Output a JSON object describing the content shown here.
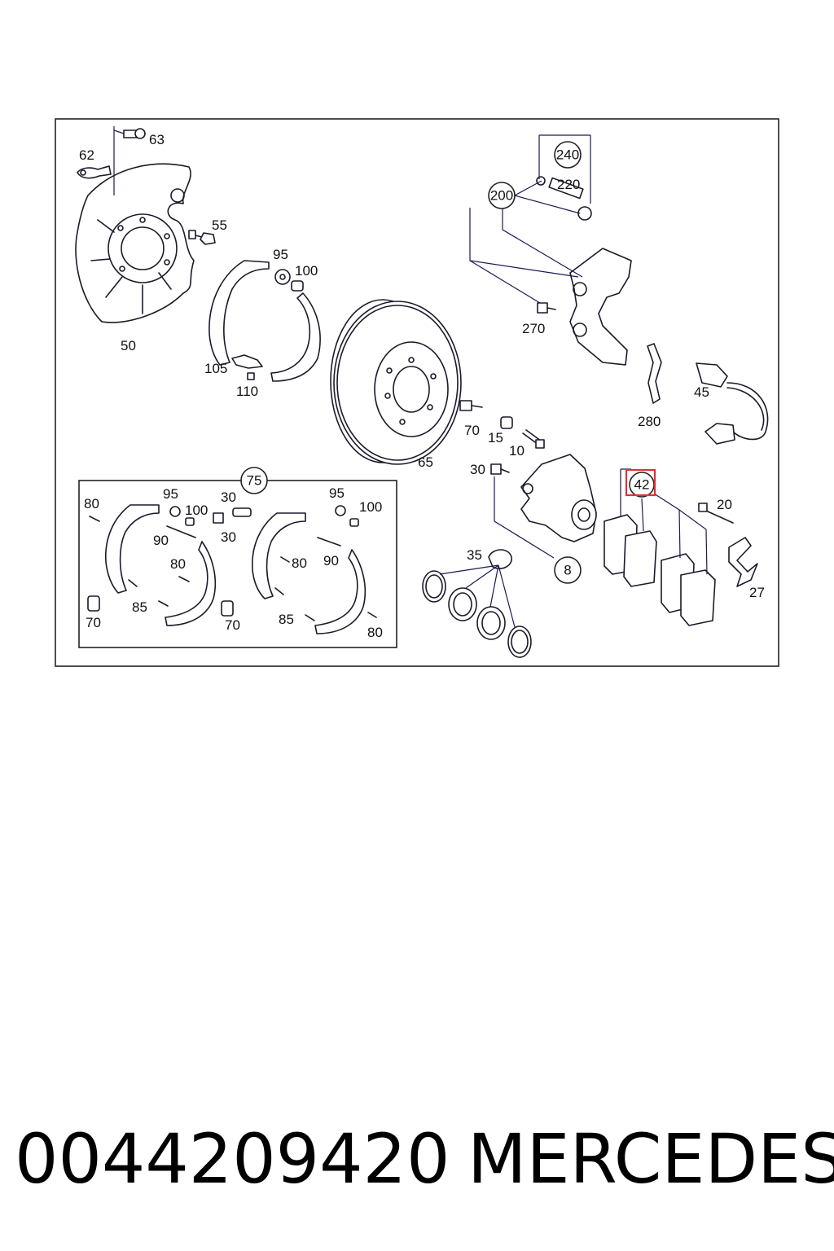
{
  "diagram": {
    "callouts": [
      {
        "id": "c63",
        "text": "63"
      },
      {
        "id": "c62",
        "text": "62"
      },
      {
        "id": "c55",
        "text": "55"
      },
      {
        "id": "c50",
        "text": "50"
      },
      {
        "id": "c95a",
        "text": "95"
      },
      {
        "id": "c100a",
        "text": "100"
      },
      {
        "id": "c105",
        "text": "105"
      },
      {
        "id": "c110",
        "text": "110"
      },
      {
        "id": "c65",
        "text": "65"
      },
      {
        "id": "c70a",
        "text": "70"
      },
      {
        "id": "c15",
        "text": "15"
      },
      {
        "id": "c10",
        "text": "10"
      },
      {
        "id": "c220",
        "text": "220"
      },
      {
        "id": "c270",
        "text": "270"
      },
      {
        "id": "c280",
        "text": "280"
      },
      {
        "id": "c45",
        "text": "45"
      },
      {
        "id": "c30a",
        "text": "30"
      },
      {
        "id": "c20",
        "text": "20"
      },
      {
        "id": "c27",
        "text": "27"
      },
      {
        "id": "c35",
        "text": "35"
      },
      {
        "id": "k80a",
        "text": "80"
      },
      {
        "id": "k95a",
        "text": "95"
      },
      {
        "id": "k100a",
        "text": "100"
      },
      {
        "id": "k30a",
        "text": "30"
      },
      {
        "id": "k30b",
        "text": "30"
      },
      {
        "id": "k90a",
        "text": "90"
      },
      {
        "id": "k80b",
        "text": "80"
      },
      {
        "id": "k85a",
        "text": "85"
      },
      {
        "id": "k70a",
        "text": "70"
      },
      {
        "id": "k70b",
        "text": "70"
      },
      {
        "id": "k95b",
        "text": "95"
      },
      {
        "id": "k100b",
        "text": "100"
      },
      {
        "id": "k80c",
        "text": "80"
      },
      {
        "id": "k90b",
        "text": "90"
      },
      {
        "id": "k85b",
        "text": "85"
      },
      {
        "id": "k80d",
        "text": "80"
      }
    ],
    "circled_callouts": [
      {
        "id": "o240",
        "text": "240"
      },
      {
        "id": "o200",
        "text": "200"
      },
      {
        "id": "o75",
        "text": "75"
      },
      {
        "id": "o8",
        "text": "8"
      },
      {
        "id": "o42",
        "text": "42"
      }
    ],
    "highlighted_part": "42",
    "highlight_color": "#e0303a"
  },
  "footer": {
    "part_number": "0044209420",
    "brand": "MERCEDES"
  }
}
